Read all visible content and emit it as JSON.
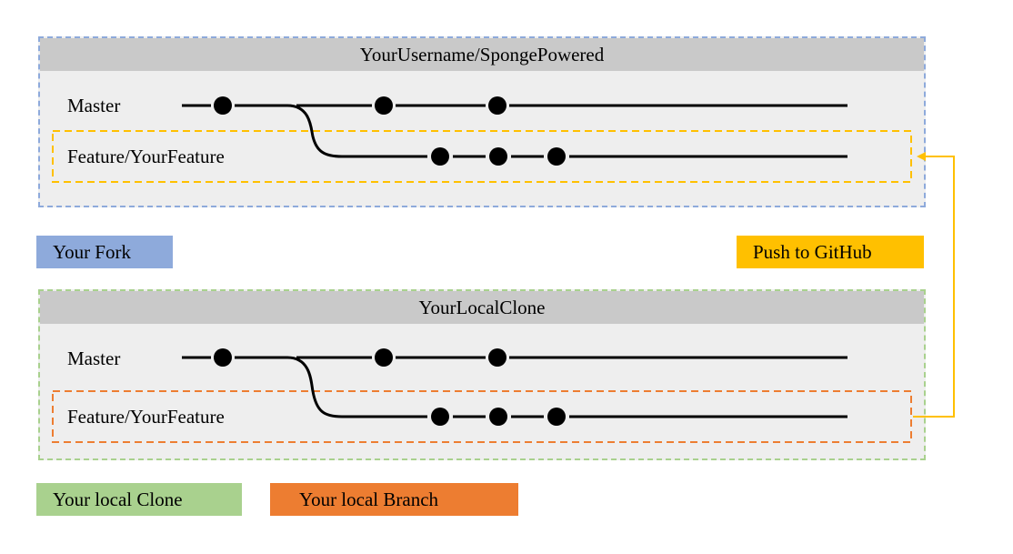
{
  "fork": {
    "title": "YourUsername/SpongePowered",
    "master_label": "Master",
    "feature_label": "Feature/YourFeature",
    "border_color": "#8eaadb",
    "feature_border_color": "#ffc000"
  },
  "local": {
    "title": "YourLocalClone",
    "master_label": "Master",
    "feature_label": "Feature/YourFeature",
    "border_color": "#a9d18e",
    "feature_border_color": "#ed7d31"
  },
  "legend": {
    "fork": "Your Fork",
    "push": "Push to GitHub",
    "clone": "Your local Clone",
    "branch": "Your local Branch"
  },
  "colors": {
    "panel_bg": "#eeeeee",
    "header_bg": "#c9c9c9",
    "fork_accent": "#8eaadb",
    "push_accent": "#ffc000",
    "clone_accent": "#a9d18e",
    "branch_accent": "#ed7d31"
  },
  "graph": {
    "master_commits": 3,
    "feature_commits": 3
  }
}
